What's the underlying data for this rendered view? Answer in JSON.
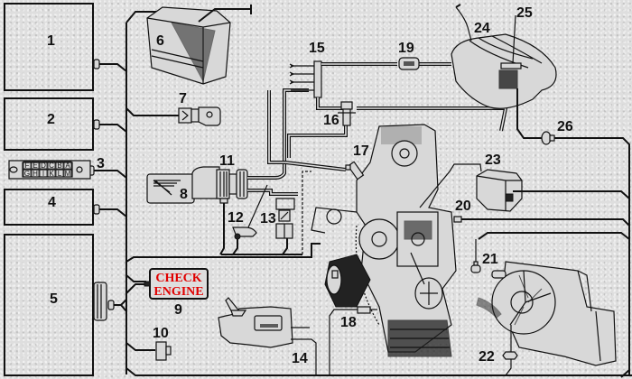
{
  "diagram": {
    "title": "Engine management system component layout",
    "warning_lamp": {
      "line1": "CHECK",
      "line2": "ENGINE",
      "color": "#e00000"
    },
    "diagnostic_connector_pins": {
      "top_row": [
        "F",
        "E",
        "D",
        "C",
        "B",
        "A"
      ],
      "bottom_row": [
        "G",
        "H",
        "I",
        "K",
        "L",
        "M"
      ]
    },
    "callouts": [
      {
        "id": "1",
        "label": "1"
      },
      {
        "id": "2",
        "label": "2"
      },
      {
        "id": "3",
        "label": "3"
      },
      {
        "id": "4",
        "label": "4"
      },
      {
        "id": "5",
        "label": "5"
      },
      {
        "id": "6",
        "label": "6"
      },
      {
        "id": "7",
        "label": "7"
      },
      {
        "id": "8",
        "label": "8"
      },
      {
        "id": "9",
        "label": "9"
      },
      {
        "id": "10",
        "label": "10"
      },
      {
        "id": "11",
        "label": "11"
      },
      {
        "id": "12",
        "label": "12"
      },
      {
        "id": "13",
        "label": "13"
      },
      {
        "id": "14",
        "label": "14"
      },
      {
        "id": "15",
        "label": "15"
      },
      {
        "id": "16",
        "label": "16"
      },
      {
        "id": "17",
        "label": "17"
      },
      {
        "id": "18",
        "label": "18"
      },
      {
        "id": "19",
        "label": "19"
      },
      {
        "id": "20",
        "label": "20"
      },
      {
        "id": "21",
        "label": "21"
      },
      {
        "id": "22",
        "label": "22"
      },
      {
        "id": "23",
        "label": "23"
      },
      {
        "id": "24",
        "label": "24"
      },
      {
        "id": "25",
        "label": "25"
      },
      {
        "id": "26",
        "label": "26"
      }
    ]
  }
}
